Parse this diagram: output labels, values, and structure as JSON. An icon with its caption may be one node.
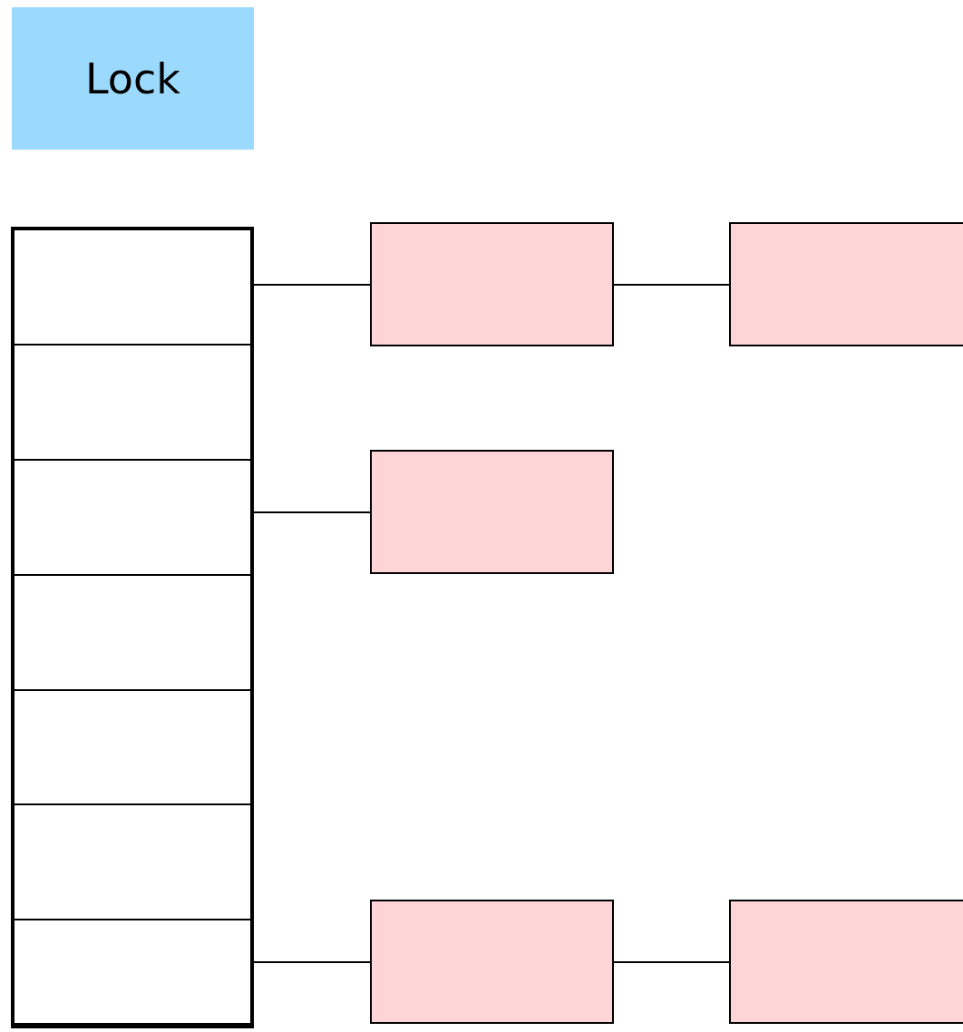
{
  "diagram": {
    "nodes": [
      {
        "text": [
          "Lock"
        ]
      },
      {
        "text": [],
        "shape": "box"
      },
      {
        "text": [],
        "shape": "box",
        "in": 1
      },
      {
        "text": [],
        "shape": "box",
        "in": 1
      },
      {
        "text": [],
        "shape": "box",
        "in": 1
      },
      {
        "text": [],
        "shape": "box",
        "in": 1
      },
      {
        "text": [],
        "shape": "box",
        "in": 1
      },
      {
        "text": [],
        "shape": "box",
        "in": 1
      },
      {
        "text": [],
        "shape": "box",
        "in": 1
      },
      {
        "text": [],
        "shape": "box"
      },
      {
        "text": [],
        "shape": "box"
      },
      {
        "text": [],
        "shape": "box"
      },
      {
        "text": [],
        "shape": "box"
      },
      {
        "text": [],
        "shape": "box"
      }
    ],
    "edges": [
      {
        "from": 2,
        "to": 9,
        "arrow": "none"
      },
      {
        "from": 9,
        "to": 10,
        "arrow": "none"
      },
      {
        "from": 4,
        "to": 11,
        "arrow": "none"
      },
      {
        "from": 8,
        "to": 12,
        "arrow": "none"
      },
      {
        "from": 12,
        "to": 13,
        "arrow": "none"
      }
    ]
  }
}
